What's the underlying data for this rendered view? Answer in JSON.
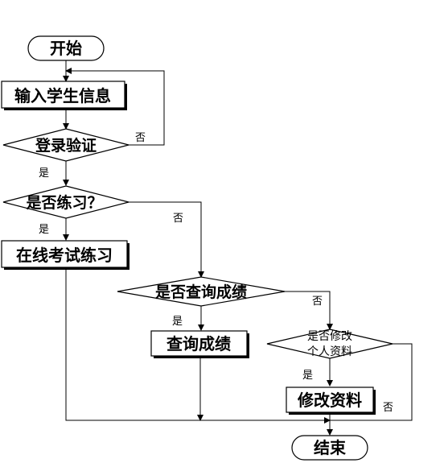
{
  "nodes": {
    "start": "开始",
    "input_info": "输入学生信息",
    "login_check": "登录验证",
    "practice_check": "是否练习？",
    "online_exam": "在线考试练习",
    "query_check": "是否查询成绩",
    "query_scores": "查询成绩",
    "modify_check_line1": "是否修改",
    "modify_check_line2": "个人资料",
    "modify_info": "修改资料",
    "end": "结束"
  },
  "edge_labels": {
    "login_no": "否",
    "login_yes": "是",
    "practice_yes": "是",
    "practice_no": "否",
    "query_no": "否",
    "query_yes": "是",
    "modify_yes": "是",
    "modify_no": "否"
  }
}
